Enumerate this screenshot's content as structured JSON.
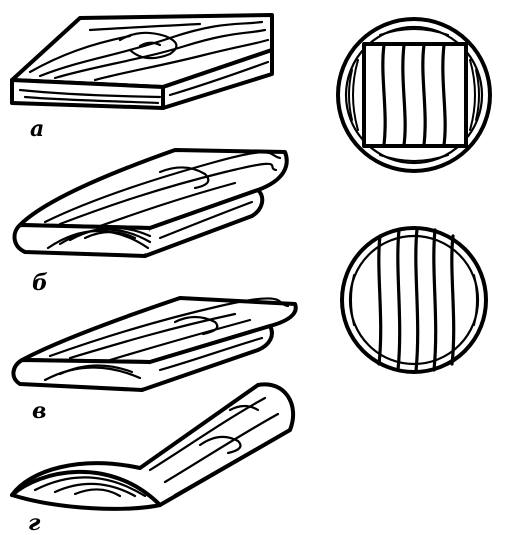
{
  "labels": {
    "a": "а",
    "b": "б",
    "v": "в",
    "g": "г"
  },
  "colors": {
    "ink": "#000000",
    "paper": "#ffffff"
  }
}
